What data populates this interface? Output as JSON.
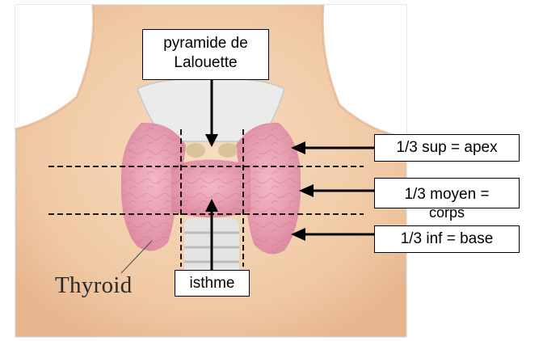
{
  "labels": {
    "pyramide": "pyramide de\nLalouette",
    "apex": "1/3 sup = apex",
    "moyen": "1/3 moyen =",
    "corps": "corps",
    "base": "1/3 inf = base",
    "isthme": "isthme",
    "thyroid": "Thyroid"
  },
  "colors": {
    "skin": "#f4d2b0",
    "thyroid_pink": "#e9a0b2",
    "cartilage": "#e8e8e8",
    "line": "#000000"
  }
}
